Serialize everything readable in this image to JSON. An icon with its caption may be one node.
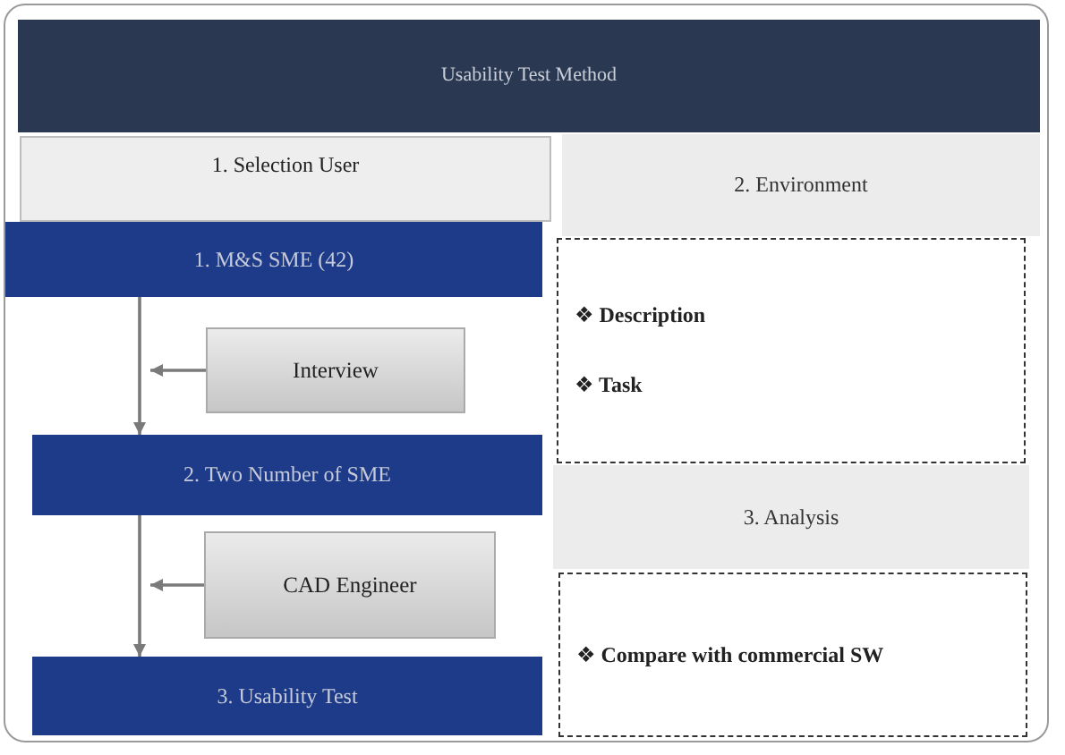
{
  "diagram": {
    "nodes": [
      {
        "text": [
          "Usability Test Method"
        ]
      },
      {
        "text": [
          "1. Selection User"
        ]
      },
      {
        "text": [
          "1. M&S SME (42)"
        ]
      },
      {
        "text": [
          "Interview"
        ]
      },
      {
        "text": [
          "2. Two Number of SME"
        ]
      },
      {
        "text": [
          "CAD Engineer"
        ]
      },
      {
        "text": [
          "3. Usability Test"
        ]
      },
      {
        "text": [
          "2. Environment"
        ]
      },
      {
        "text": [
          "❖ Description",
          "❖ Task"
        ]
      },
      {
        "text": [
          "3. Analysis"
        ]
      },
      {
        "text": [
          "❖ Compare with commercial SW"
        ]
      }
    ],
    "edges": [
      {
        "from": 2,
        "to": 4,
        "arrow": "to"
      },
      {
        "from": 3,
        "to": null,
        "arrow": "to"
      },
      {
        "from": 4,
        "to": 6,
        "arrow": "to"
      },
      {
        "from": 5,
        "to": null,
        "arrow": "to"
      }
    ]
  }
}
